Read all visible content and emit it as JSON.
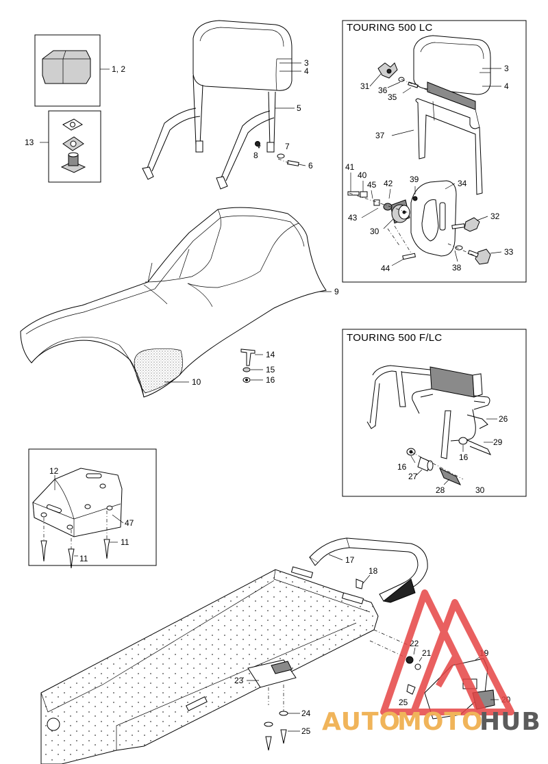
{
  "boxes": {
    "lc_title": "TOURING 500 LC",
    "flc_title": "TOURING 500 F/LC"
  },
  "callouts": {
    "c1": "1, 2",
    "c3a": "3",
    "c4a": "4",
    "c5": "5",
    "c6": "6",
    "c7": "7",
    "c8": "8",
    "c9": "9",
    "c10": "10",
    "c11a": "11",
    "c11b": "11",
    "c12": "12",
    "c13": "13",
    "c14": "14",
    "c15": "15",
    "c16": "16",
    "c3b": "3",
    "c4b": "4",
    "c31": "31",
    "c36": "36",
    "c35": "35",
    "c37": "37",
    "c41": "41",
    "c40": "40",
    "c45": "45",
    "c42": "42",
    "c39": "39",
    "c34": "34",
    "c43": "43",
    "c30a": "30",
    "c32": "32",
    "c44": "44",
    "c38": "38",
    "c33": "33",
    "c26": "26",
    "c29": "29",
    "c16b": "16",
    "c16c": "16",
    "c27": "27",
    "c28": "28",
    "c30b": "30",
    "c47": "47",
    "c17": "17",
    "c18": "18",
    "c22": "22",
    "c21": "21",
    "c19": "19",
    "c23": "23",
    "c25a": "25",
    "c20": "20",
    "c24": "24",
    "c25b": "25"
  },
  "watermark": {
    "part1": "AUTO",
    "part2": "MOTO",
    "part3": "HUB",
    "color_primary": "#f0b45a",
    "color_secondary": "#5b5b5b",
    "color_logo": "#e64545"
  }
}
